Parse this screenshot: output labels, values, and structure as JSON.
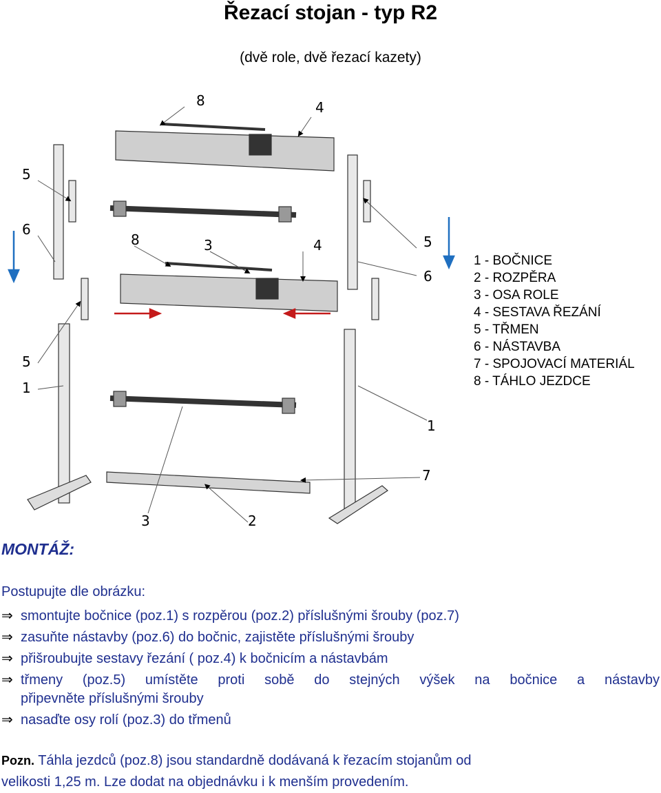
{
  "title": "Řezací stojan - typ R2",
  "subtitle": "(dvě role, dvě řezací kazety)",
  "drawing": {
    "callouts": [
      "8",
      "4",
      "5",
      "6",
      "8",
      "3",
      "4",
      "5",
      "6",
      "5",
      "1",
      "1",
      "7",
      "3",
      "2"
    ]
  },
  "legend": [
    "1 - BOČNICE",
    "2 - ROZPĚRA",
    "3 - OSA ROLE",
    "4 - SESTAVA ŘEZÁNÍ",
    "5 - TŘMEN",
    "6 - NÁSTAVBA",
    "7 - SPOJOVACÍ MATERIÁL",
    "8 - TÁHLO JEZDCE"
  ],
  "montaz_heading": "MONTÁŽ:",
  "intro": "Postupujte dle obrázku:",
  "arrow_symbol": "⇒",
  "steps": [
    "smontujte bočnice (poz.1) s rozpěrou (poz.2) příslušnými šrouby (poz.7)",
    "zasuňte nástavby (poz.6) do bočnic, zajistěte příslušnými šrouby",
    "přišroubujte sestavy řezání ( poz.4) k bočnicím a nástavbám",
    "třmeny (poz.5) umístěte proti sobě do stejných výšek na bočnice a nástavby",
    "nasaďte osy rolí (poz.3) do třmenů"
  ],
  "step4_continuation": "připevněte příslušnými šrouby",
  "note": {
    "label": "Pozn.",
    "text_line1": " Táhla jezdců (poz.8) jsou standardně dodávaná k řezacím stojanům od",
    "text_line2": "velikosti 1,25 m. Lze dodat na objednávku i k menším provedením."
  },
  "colors": {
    "text_blue": "#1f2f8f",
    "arrow_blue": "#1f6fc0",
    "arrow_red": "#c41a1a"
  }
}
